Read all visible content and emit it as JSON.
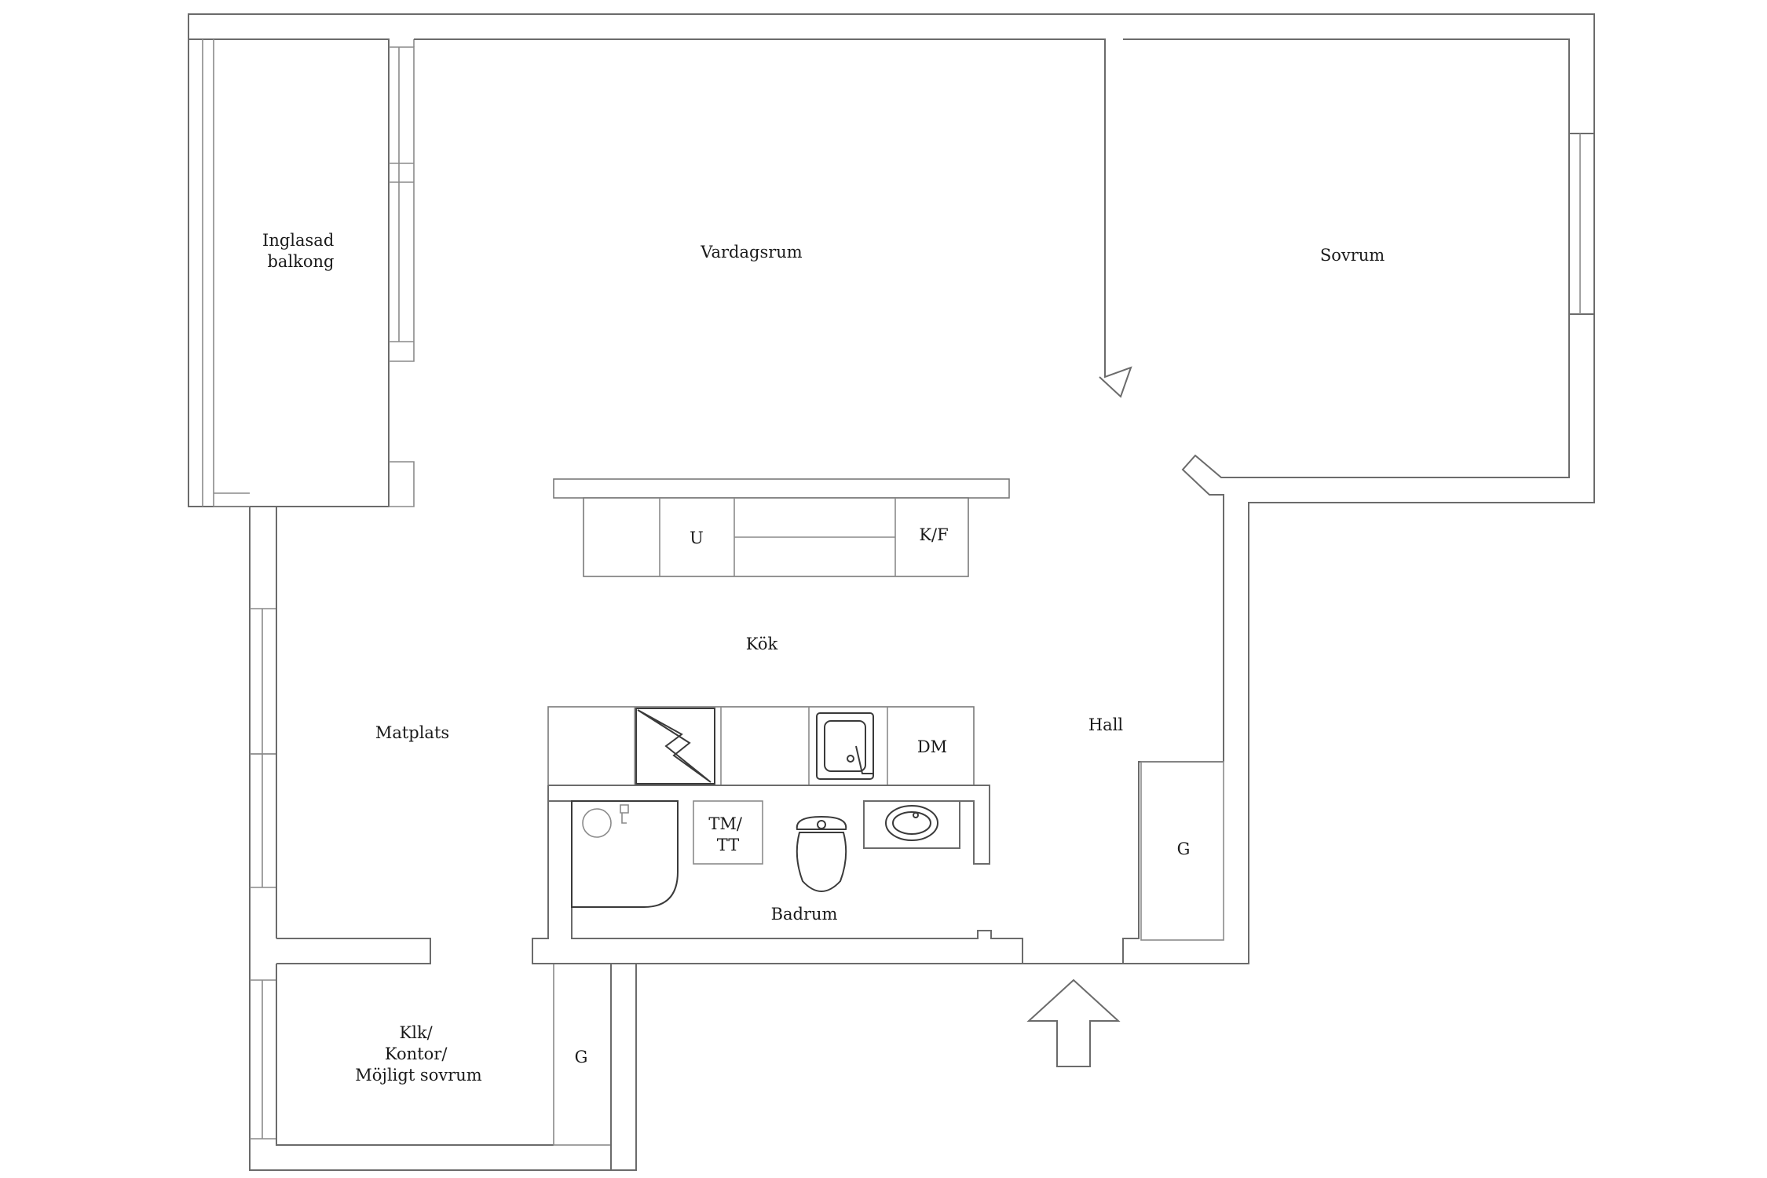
{
  "floorplan": {
    "rooms": {
      "glazed_balcony": [
        "Inglasad",
        "balkong"
      ],
      "living_room": [
        "Vardagsrum"
      ],
      "bedroom": [
        "Sovrum"
      ],
      "kitchen": [
        "Kök"
      ],
      "dining": [
        "Matplats"
      ],
      "hall": [
        "Hall"
      ],
      "bathroom": [
        "Badrum"
      ],
      "study": [
        "Klk/",
        "Kontor/",
        "Möjligt sovrum"
      ]
    },
    "fixtures": {
      "fridge_unit": [
        "U"
      ],
      "fridge_freezer": [
        "K/F"
      ],
      "dishwasher": [
        "DM"
      ],
      "washer_dryer": [
        "TM/",
        "TT"
      ],
      "wardrobe_hall": [
        "G"
      ],
      "wardrobe_study": [
        "G"
      ]
    },
    "icons": [
      "entrance-arrow-icon",
      "sink-icon",
      "toilet-icon",
      "shower-icon",
      "washbasin-icon",
      "stove-icon"
    ]
  }
}
